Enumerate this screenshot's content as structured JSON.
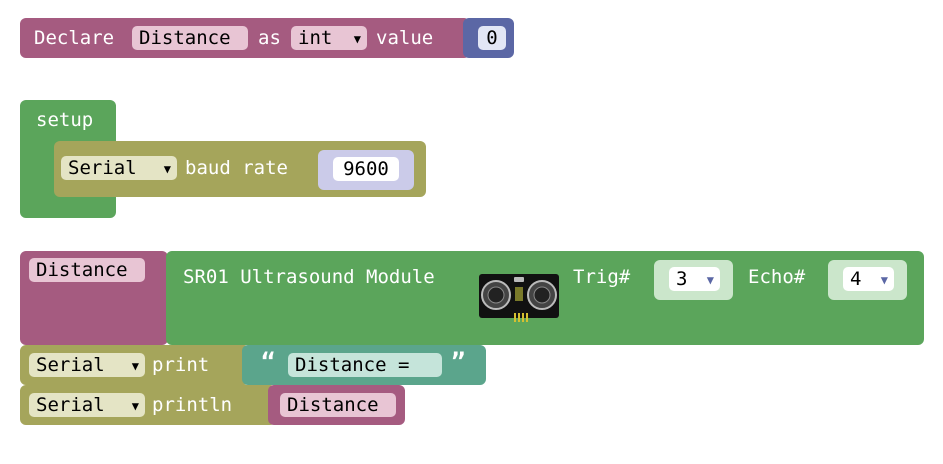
{
  "declare_block": {
    "keyword": "Declare",
    "variable": "Distance",
    "as_label": "as",
    "type": "int",
    "value_label": "value",
    "value": "0"
  },
  "setup_block": {
    "keyword": "setup",
    "serial_port": "Serial",
    "baud_label": "baud rate",
    "baud_value": "9600"
  },
  "ultrasound_block": {
    "target_variable": "Distance",
    "module_label": "SR01 Ultrasound Module",
    "trig_label": "Trig#",
    "trig_value": "3",
    "echo_label": "Echo#",
    "echo_value": "4",
    "sensor_icon": "ultrasound-sensor-icon"
  },
  "print_block": {
    "serial_port": "Serial",
    "keyword": "print",
    "quote_open": "“",
    "quote_close": "”",
    "text": "Distance ="
  },
  "println_block": {
    "serial_port": "Serial",
    "keyword": "println",
    "variable": "Distance"
  },
  "dropdown_arrow": "▼",
  "colors": {
    "variables": "#A55B80",
    "math": "#5B67A5",
    "setup": "#5BA55B",
    "serial": "#A5A55B",
    "sensor": "#5BA55B",
    "text": "#5BA58C"
  }
}
